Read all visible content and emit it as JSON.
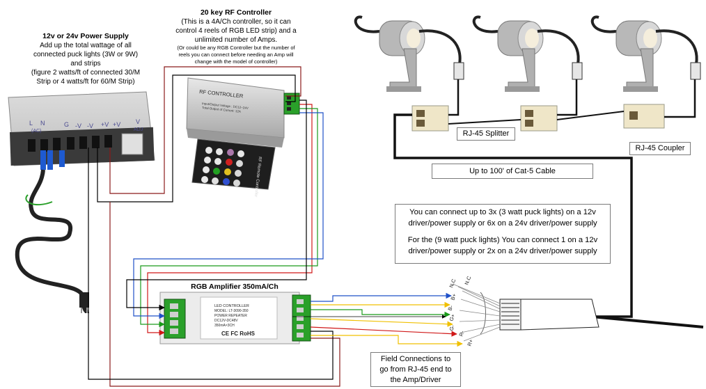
{
  "power_supply": {
    "title": "12v or 24v Power Supply",
    "lines": [
      "Add up the total wattage of all",
      "connected puck lights (3W or 9W)",
      "and strips",
      "(figure 2 watts/ft of connected 30/M",
      "Strip or 4 watts/ft for 60/M Strip)"
    ],
    "terminals": [
      "L",
      "N",
      "G",
      "-V",
      "-V",
      "+V",
      "+V",
      "V"
    ],
    "terminal_sub": [
      "(AC)",
      "ADJ"
    ]
  },
  "rf_controller": {
    "title": "20 key RF Controller",
    "lines": [
      "(This is a 4A/Ch controller, so it can",
      "control 4 reels of RGB LED strip) and a",
      "unlimited number of Amps."
    ],
    "note_lines": [
      "(Or could be any RGB Controller but the number of",
      "reels you can connect before needing an Amp will",
      "change with the model of controller)"
    ],
    "device_label": "RF CONTROLLER",
    "device_specs": [
      "Input/Output Voltage : DC12~24V",
      "Total Output of Current: 12A"
    ],
    "remote_label": "RF Remote Controller"
  },
  "amplifier": {
    "title": "RGB Amplifier 350mA/Ch",
    "device_lines": [
      "LED CONTROLLER",
      "MODEL: LT-3090-350",
      "POWER REPEATER",
      "DC12V-DC48V",
      "350mA×3CH"
    ],
    "certs": "CE FC RoHS"
  },
  "rj45_pins": [
    "N.C",
    "N.C",
    "B+",
    "B-",
    "G+",
    "G-",
    "R-",
    "R+"
  ],
  "labels": {
    "splitter": "RJ-45 Splitter",
    "coupler": "RJ-45 Coupler",
    "cable": "Up to 100' of Cat-5 Cable",
    "field_connections": [
      "Field Connections to",
      "go from RJ-45 end to",
      "the Amp/Driver"
    ]
  },
  "notes": {
    "p1": [
      "You can connect up to 3x (3 watt puck lights) on a 12v",
      "driver/power supply or 6x on a 24v driver/power supply"
    ],
    "p2": [
      "For the (9 watt puck lights) You can connect 1 on a 12v",
      "driver/power supply or 2x on a 24v driver/power supply"
    ]
  },
  "colors": {
    "red": "#d01818",
    "green": "#1a9a1a",
    "blue": "#1f50c8",
    "yellow": "#f0c000",
    "black": "#000000",
    "dark_red": "#8b1a1a"
  }
}
